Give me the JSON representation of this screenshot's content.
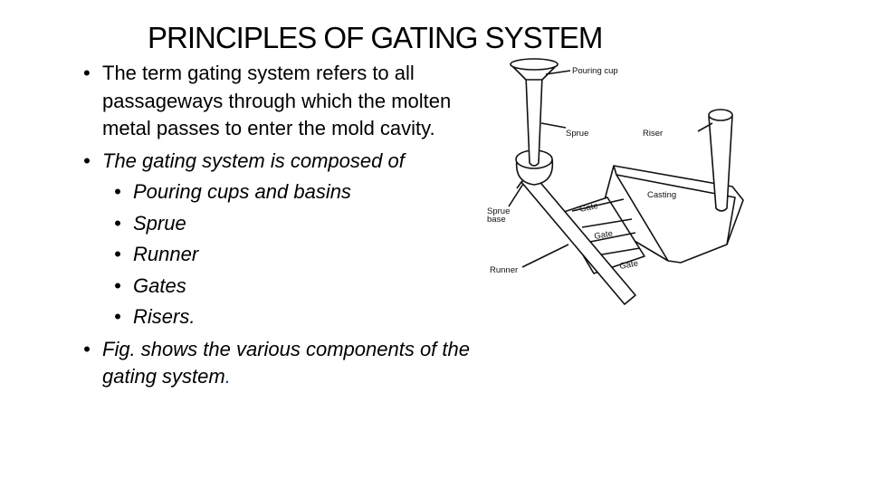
{
  "slide": {
    "title": "PRINCIPLES OF GATING SYSTEM",
    "bullets": [
      {
        "text": "The term gating system refers to all passageways through which the molten metal passes to enter the mold cavity."
      },
      {
        "text": "The gating system is composed of"
      },
      {
        "text": "Pouring cups and basins"
      },
      {
        "text": "Sprue"
      },
      {
        "text": "Runner"
      },
      {
        "text": "Gates"
      },
      {
        "text": "Risers."
      },
      {
        "text": "Fig.  shows the various components of the gating system",
        "suffix": "."
      }
    ]
  },
  "figure": {
    "labels": {
      "pouring_cup": "Pouring cup",
      "sprue": "Sprue",
      "riser": "Riser",
      "casting": "Casting",
      "sprue_base_line1": "Sprue",
      "sprue_base_line2": "base",
      "gate_1": "Gate",
      "gate_2": "Gate",
      "gate_3": "Gate",
      "runner": "Runner"
    }
  }
}
